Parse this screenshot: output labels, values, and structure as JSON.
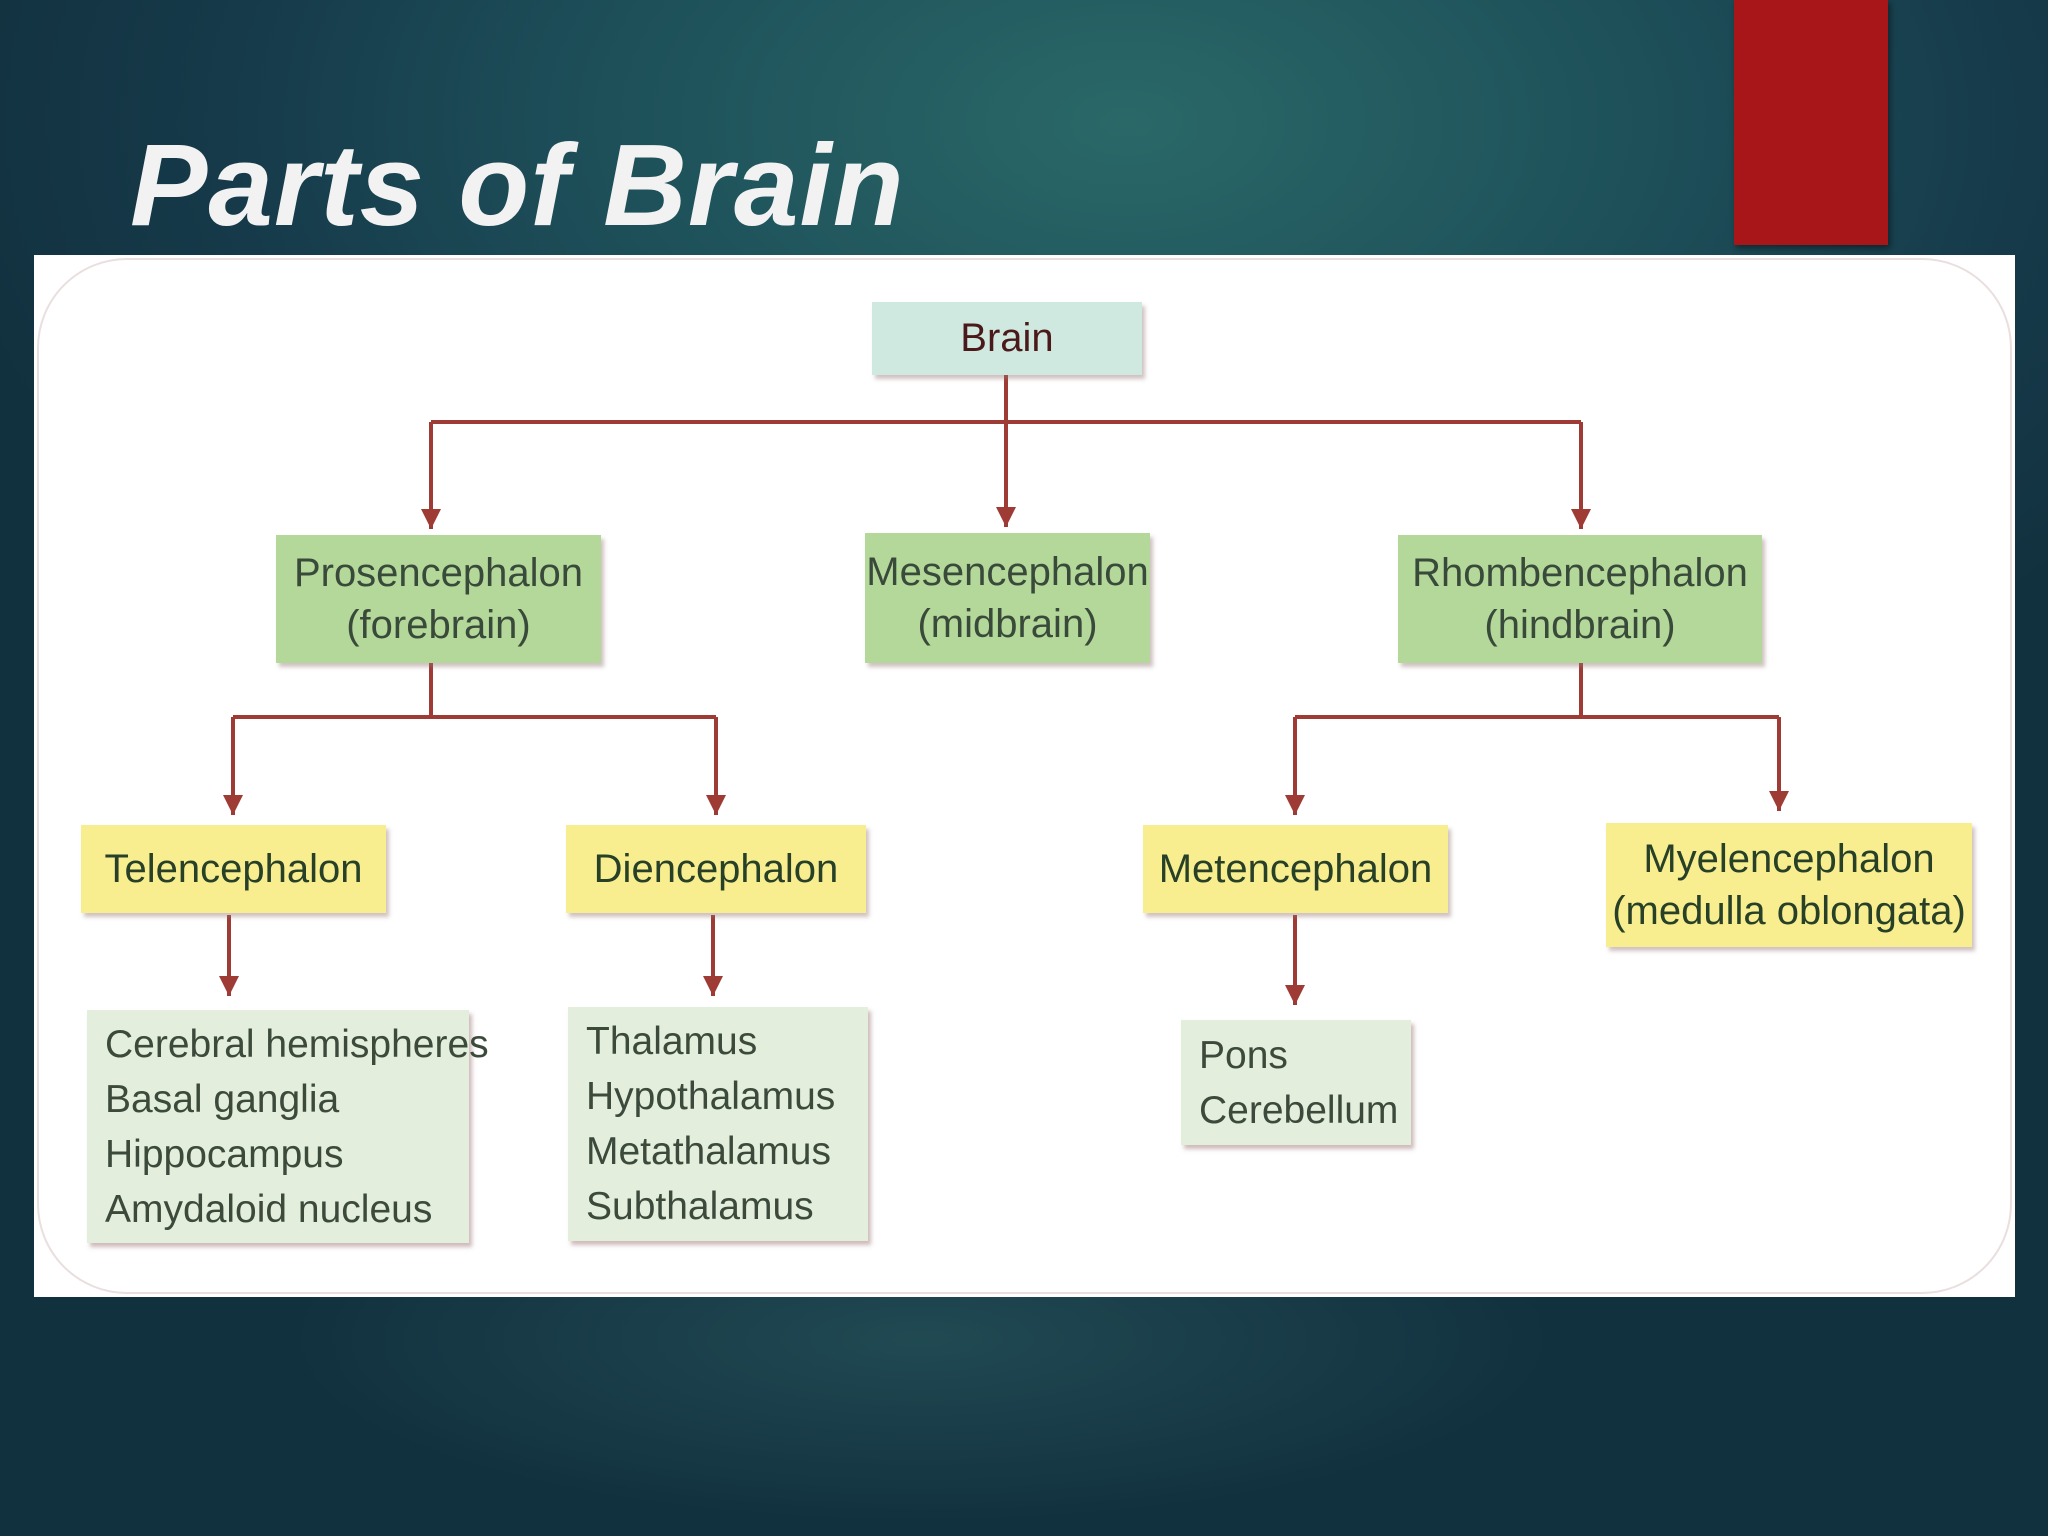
{
  "slide": {
    "title": "Parts of Brain"
  },
  "colors": {
    "background": "#1d4f59",
    "accent_tab": "#a8161a",
    "connector": "#9e3b35",
    "root_fill": "#cfe9e1",
    "level1_fill": "#b3d89a",
    "level2_fill": "#f8ee8f",
    "list_fill": "#e4eedd"
  },
  "diagram": {
    "root": "Brain",
    "prosencephalon": {
      "name": "Prosencephalon",
      "note": "(forebrain)"
    },
    "mesencephalon": {
      "name": "Mesencephalon",
      "note": "(midbrain)"
    },
    "rhombencephalon": {
      "name": "Rhombencephalon",
      "note": "(hindbrain)"
    },
    "telencephalon": {
      "name": "Telencephalon"
    },
    "diencephalon": {
      "name": "Diencephalon"
    },
    "metencephalon": {
      "name": "Metencephalon"
    },
    "myelencephalon": {
      "name": "Myelencephalon",
      "note": "(medulla oblongata)"
    },
    "telencephalon_parts": [
      "Cerebral hemispheres",
      "Basal ganglia",
      "Hippocampus",
      "Amydaloid nucleus"
    ],
    "diencephalon_parts": [
      "Thalamus",
      "Hypothalamus",
      "Metathalamus",
      "Subthalamus"
    ],
    "metencephalon_parts": [
      "Pons",
      "Cerebellum"
    ]
  }
}
